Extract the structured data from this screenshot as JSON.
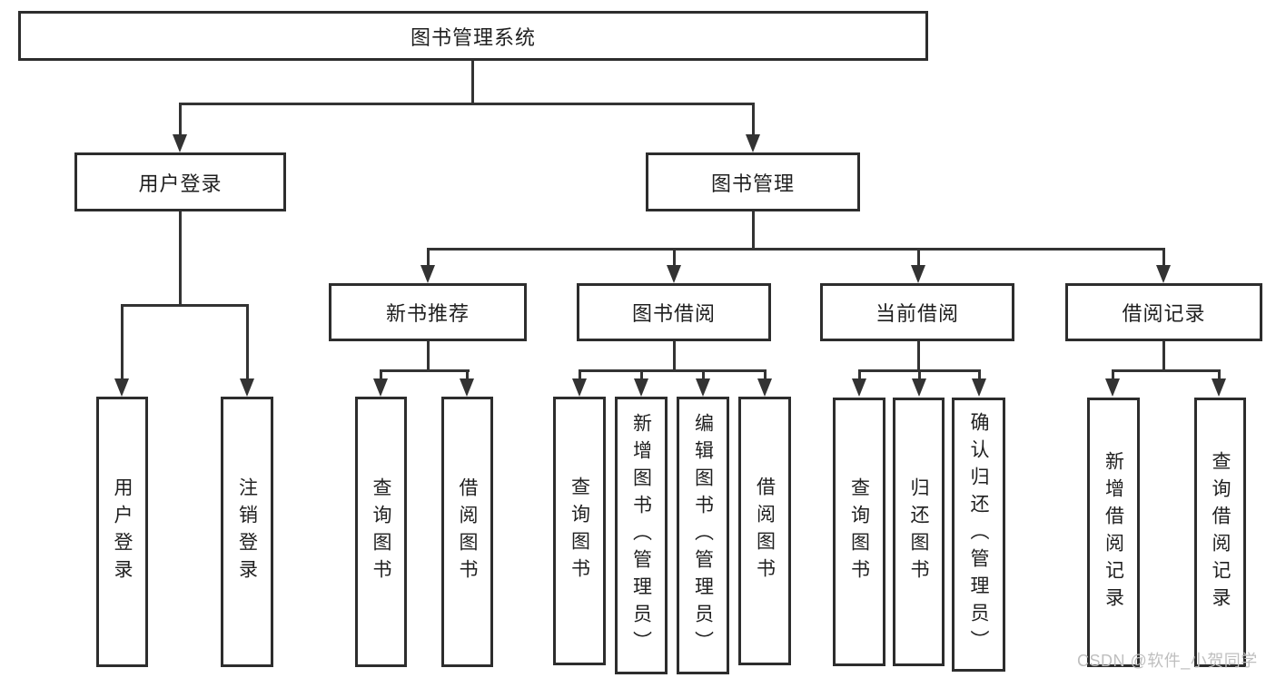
{
  "tree": {
    "root": {
      "label": "图书管理系统"
    },
    "branches": [
      {
        "label": "用户登录",
        "children": [
          {
            "label": "用户登录"
          },
          {
            "label": "注销登录"
          }
        ]
      },
      {
        "label": "图书管理",
        "children": [
          {
            "label": "新书推荐",
            "children": [
              {
                "label": "查询图书"
              },
              {
                "label": "借阅图书"
              }
            ]
          },
          {
            "label": "图书借阅",
            "children": [
              {
                "label": "查询图书"
              },
              {
                "label": "新增图书（管理员）"
              },
              {
                "label": "编辑图书（管理员）"
              },
              {
                "label": "借阅图书"
              }
            ]
          },
          {
            "label": "当前借阅",
            "children": [
              {
                "label": "查询图书"
              },
              {
                "label": "归还图书"
              },
              {
                "label": "确认归还（管理员）"
              }
            ]
          },
          {
            "label": "借阅记录",
            "children": [
              {
                "label": "新增借阅记录"
              },
              {
                "label": "查询借阅记录"
              }
            ]
          }
        ]
      }
    ]
  },
  "watermark": "CSDN @软件_小贺同学",
  "colors": {
    "line": "#333333",
    "box_border": "#2d2d2d",
    "text": "#1f1f1f",
    "background": "#ffffff",
    "watermark": "#bfbfbf"
  }
}
